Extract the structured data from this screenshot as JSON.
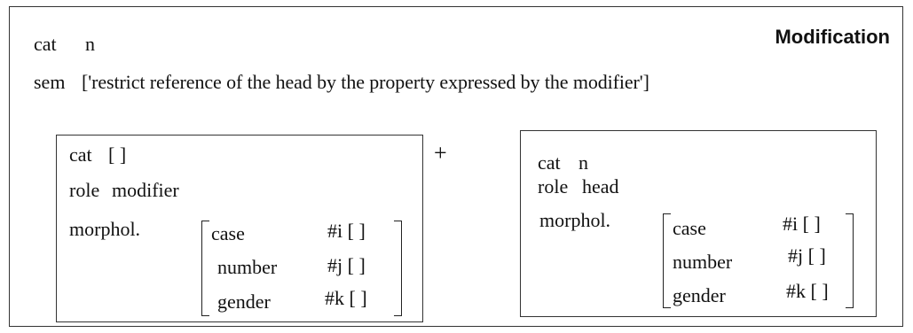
{
  "outer": {
    "cat_key": "cat",
    "cat_val": "n",
    "title": "Modification",
    "sem_key": "sem",
    "sem_val": "['restrict reference of the head by the property expressed by the modifier']"
  },
  "plus": "+",
  "modifier": {
    "cat_key": "cat",
    "cat_val": "[ ]",
    "role_key": "role",
    "role_val": "modifier",
    "morph_key": "morphol.",
    "rows": [
      {
        "feat": "case",
        "val": "#i [ ]"
      },
      {
        "feat": "number",
        "val": "#j  [ ]"
      },
      {
        "feat": "gender",
        "val": "#k [ ]"
      }
    ]
  },
  "head": {
    "cat_key": "cat",
    "cat_val": "n",
    "role_key": "role",
    "role_val": "head",
    "morph_key": "morphol.",
    "rows": [
      {
        "feat": "case",
        "val": "#i [ ]"
      },
      {
        "feat": "number",
        "val": "#j  [ ]"
      },
      {
        "feat": "gender",
        "val": "#k [ ]"
      }
    ]
  }
}
